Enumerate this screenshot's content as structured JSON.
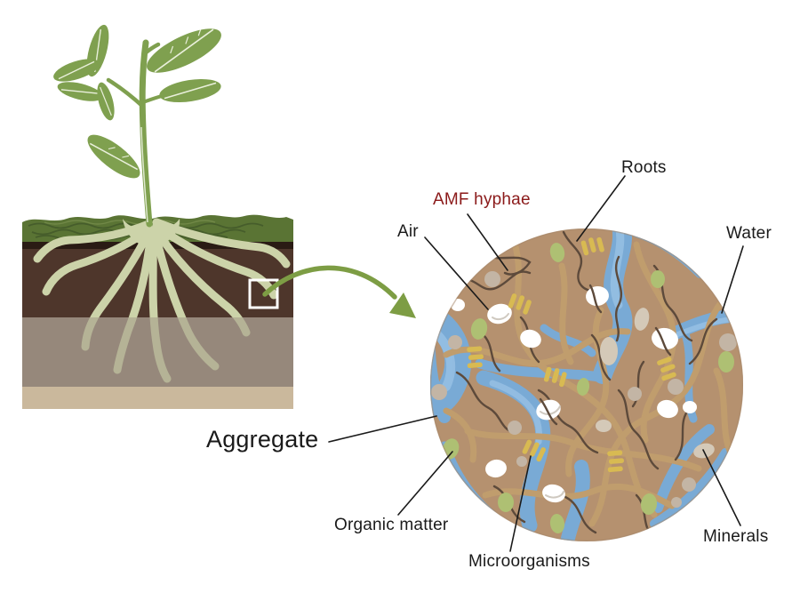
{
  "figure": {
    "labels": {
      "air": "Air",
      "amf_hyphae": "AMF hyphae",
      "roots": "Roots",
      "water": "Water",
      "aggregate": "Aggregate",
      "organic_matter": "Organic matter",
      "microorganisms": "Microorganisms",
      "minerals": "Minerals"
    },
    "colors": {
      "label_text": "#1a1a1a",
      "amf_label_text": "#8b1a1a",
      "leader_line": "#1a1a1a",
      "zoom_arrow_green": "#7d9d44",
      "aggregate_matrix_tan": "#b5916f",
      "water_blue": "#79aad5",
      "water_blue_light": "#95bfe3",
      "root_strand_tan": "#c09d6d",
      "amf_hyphae_brown": "#5d4a3b",
      "air_pocket_white": "#ffffff",
      "organic_matter_green": "#aec073",
      "mineral_gray": "#c3b5a5",
      "mineral_beige": "#d4c9b8",
      "microbe_yellow": "#d8ba52",
      "grass_green": "#5a7434",
      "soil_dark_band": "#2a1b14",
      "topsoil_brown": "#4e362b",
      "subsoil_gray": "#96897b",
      "deep_soil_tan": "#cab89c",
      "plant_green": "#7fa04f",
      "plant_root_pale": "#ccd3a9"
    }
  }
}
